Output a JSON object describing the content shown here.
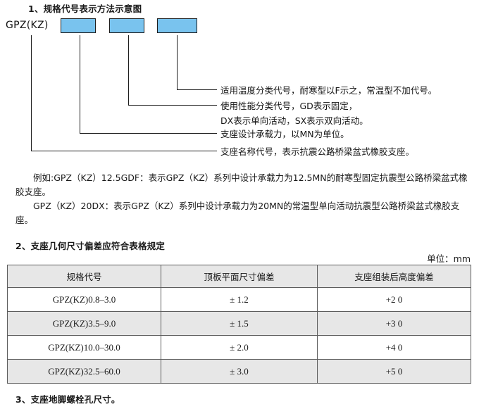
{
  "section1": {
    "title": "1、规格代号表示方法示意图",
    "prefix_label": "GPZ(KZ)",
    "boxes": [
      {
        "name": "box-capacity",
        "fill": "#79c3ee"
      },
      {
        "name": "box-performance",
        "fill": "#79c3ee"
      },
      {
        "name": "box-temperature",
        "fill": "#79c3ee"
      }
    ],
    "captions": [
      "适用温度分类代号，耐寒型以F示之，常温型不加代号。",
      "使用性能分类代号，GD表示固定，",
      "DX表示单向活动，SX表示双向活动。",
      "支座设计承载力，以MN为单位。",
      "支座名称代号，表示抗震公路桥梁盆式橡胶支座。"
    ]
  },
  "examples": [
    "例如:GPZ（KZ）12.5GDF：表示GPZ（KZ）系列中设计承载力为12.5MN的耐寒型固定抗震型公路桥梁盆式橡胶支座。",
    "GPZ（KZ）20DX：表示GPZ（KZ）系列中设计承载力为20MN的常温型单向活动抗震型公路桥梁盆式橡胶支座。"
  ],
  "section2": {
    "title": "2、支座几何尺寸偏差应符合表格规定",
    "unit": "单位：mm",
    "table": {
      "headers": [
        "规格代号",
        "顶板平面尺寸偏差",
        "支座组装后高度偏差"
      ],
      "rows": [
        [
          "GPZ(KZ)0.8–3.0",
          "± 1.2",
          "+2  0"
        ],
        [
          "GPZ(KZ)3.5–9.0",
          "± 1.5",
          "+3  0"
        ],
        [
          "GPZ(KZ)10.0–30.0",
          "± 2.0",
          "+4  0"
        ],
        [
          "GPZ(KZ)32.5–60.0",
          "± 3.0",
          "+5  0"
        ]
      ]
    }
  },
  "section3": {
    "title": "3、支座地脚螺栓孔尺寸。"
  },
  "colors": {
    "box_fill": "#79c3ee",
    "line": "#1d1d1d",
    "table_header_bg": "#e7e7e7",
    "table_alt_bg": "#e7e7e7",
    "table_border": "#5d5d5d"
  }
}
